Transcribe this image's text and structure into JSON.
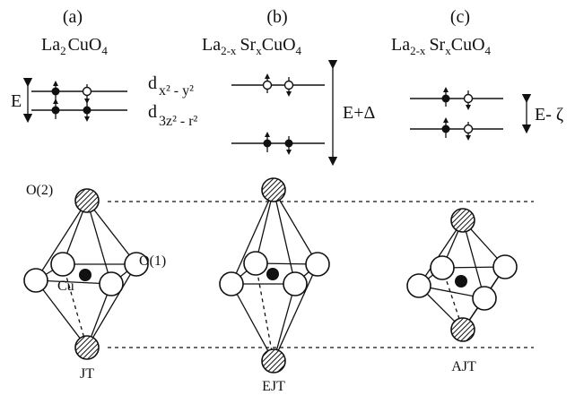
{
  "panels": {
    "a": {
      "letter": "(a)",
      "formula": {
        "el1": "La",
        "sub1": "2",
        "rest": "CuO",
        "sub2": "4"
      },
      "gap_label": "E",
      "ion_label": "JT"
    },
    "b": {
      "letter": "(b)",
      "formula": {
        "el1": "La",
        "sub1": "2-x",
        "el2": "Sr",
        "sub2": "x",
        "rest": "CuO",
        "sub3": "4"
      },
      "gap_label": "E+Δ",
      "ion_label": "EJT"
    },
    "c": {
      "letter": "(c)",
      "formula": {
        "el1": "La",
        "sub1": "2-x",
        "el2": "Sr",
        "sub2": "x",
        "rest": "CuO",
        "sub3": "4"
      },
      "gap_label": "E- ζ",
      "ion_label": "AJT"
    }
  },
  "orbitals": {
    "upper": {
      "d": "d",
      "sub": "x² - y²"
    },
    "lower": {
      "d": "d",
      "sub": "3z² - r²"
    }
  },
  "atoms": {
    "apical_oxygen": "O(2)",
    "planar_oxygen": "O(1)",
    "copper": "Cu"
  }
}
